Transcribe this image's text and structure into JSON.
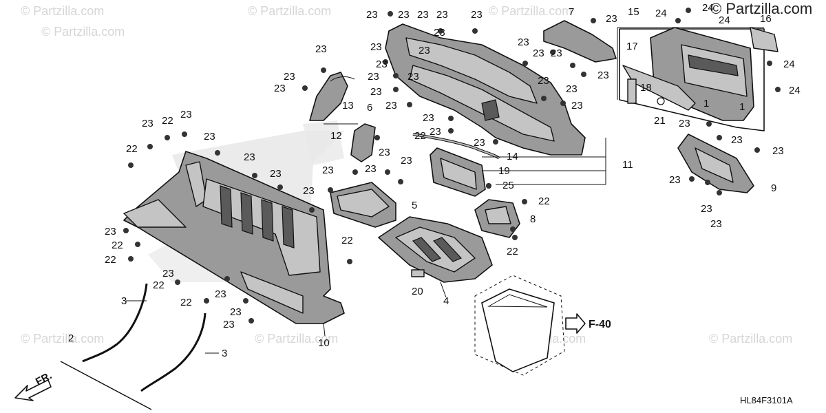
{
  "watermark": "© Partzilla.com",
  "copyright": "© Partzilla.com",
  "diagram_code": "HL84F3101A",
  "front_arrow_label": "FR.",
  "ref_label": "F-40",
  "callouts": {
    "c1": "1",
    "c1b": "1",
    "c2": "2",
    "c3a": "3",
    "c3b": "3",
    "c4": "4",
    "c5": "5",
    "c6": "6",
    "c7": "7",
    "c8": "8",
    "c9": "9",
    "c10": "10",
    "c11": "11",
    "c12": "12",
    "c13": "13",
    "c14": "14",
    "c15": "15",
    "c16": "16",
    "c17": "17",
    "c18": "18",
    "c19": "19",
    "c20": "20",
    "c21": "21",
    "c22": "22",
    "c23": "23",
    "c24": "24",
    "c25": "25"
  }
}
